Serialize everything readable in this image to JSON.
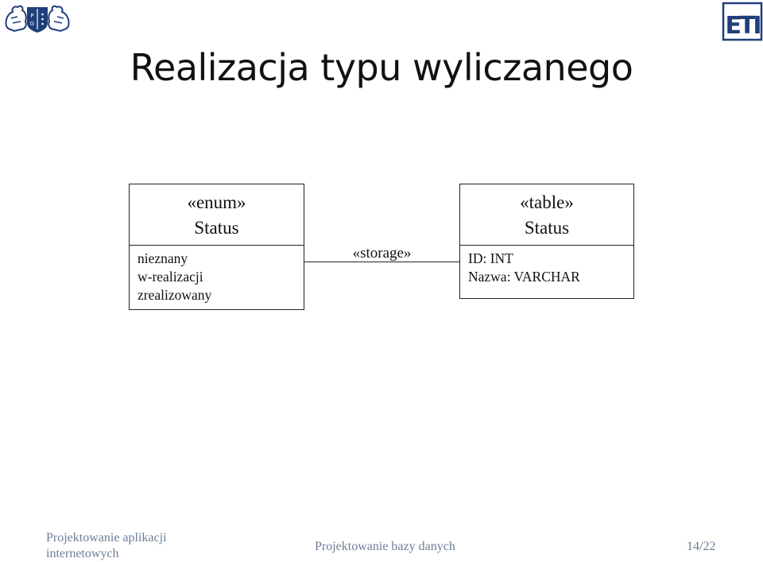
{
  "slide": {
    "title": "Realizacja typu wyliczanego"
  },
  "diagram": {
    "enum_box": {
      "stereotype": "«enum»",
      "name": "Status",
      "values": [
        "nieznany",
        "w-realizacji",
        "zrealizowany"
      ]
    },
    "table_box": {
      "stereotype": "«table»",
      "name": "Status",
      "columns": [
        "ID: INT",
        "Nazwa: VARCHAR"
      ]
    },
    "connector_label": "«storage»"
  },
  "logos": {
    "left": "university-crest-icon",
    "left_letters": [
      "P",
      "G"
    ],
    "right": "eti-logo-icon",
    "right_text": "ETI"
  },
  "footer": {
    "course_line1": "Projektowanie aplikacji",
    "course_line2": "internetowych",
    "topic": "Projektowanie bazy danych",
    "page": "14/22"
  },
  "colors": {
    "footer_text": "#6b7f96",
    "logo_blue": "#1f3e7a"
  }
}
